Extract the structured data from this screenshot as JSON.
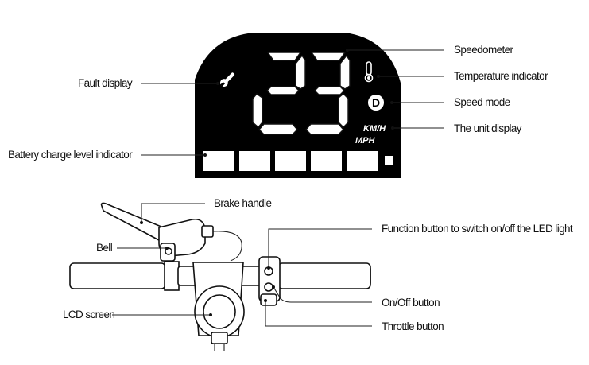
{
  "labels": {
    "speedometer": "Speedometer",
    "temperature_indicator": "Temperature indicator",
    "speed_mode": "Speed mode",
    "unit_display": "The unit display",
    "fault_display": "Fault display",
    "battery_indicator": "Battery charge level indicator",
    "brake_handle": "Brake handle",
    "bell": "Bell",
    "lcd_screen": "LCD screen",
    "function_button": "Function button to switch on/off the LED light",
    "onoff_button": "On/Off button",
    "throttle_button": "Throttle button"
  },
  "display": {
    "speed_value": "23",
    "mode_letter": "D",
    "unit_kmh": "KM/H",
    "unit_mph": "MPH",
    "battery_bars_full": 5
  },
  "icons": {
    "fault": "wrench-icon",
    "temperature": "thermometer-icon"
  },
  "colors": {
    "display_bg": "#000000",
    "segment": "#ffffff",
    "line": "#222222"
  }
}
